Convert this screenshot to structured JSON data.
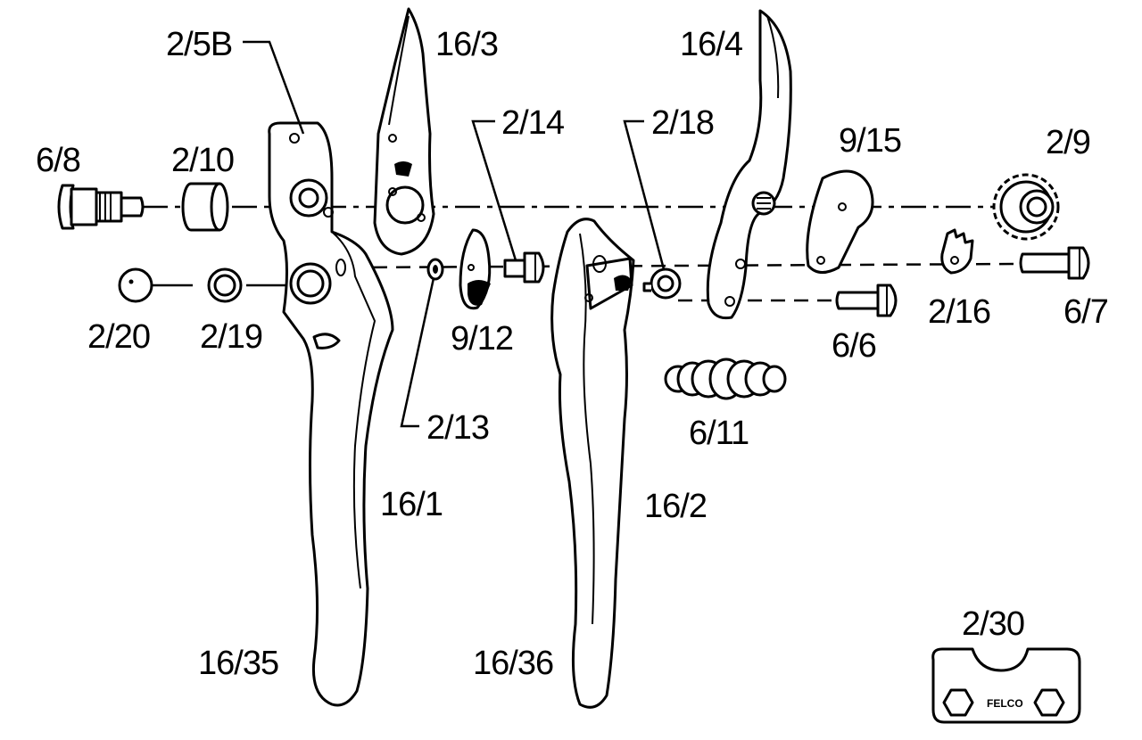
{
  "diagram": {
    "labels": {
      "p_2_5B": "2/5B",
      "p_16_3": "16/3",
      "p_16_4": "16/4",
      "p_2_14": "2/14",
      "p_2_18": "2/18",
      "p_9_15": "9/15",
      "p_2_9": "2/9",
      "p_6_8": "6/8",
      "p_2_10": "2/10",
      "p_2_20": "2/20",
      "p_2_19": "2/19",
      "p_9_12": "9/12",
      "p_2_13": "2/13",
      "p_6_6": "6/6",
      "p_2_16": "2/16",
      "p_6_7": "6/7",
      "p_6_11": "6/11",
      "p_16_1": "16/1",
      "p_16_2": "16/2",
      "p_16_35": "16/35",
      "p_16_36": "16/36",
      "p_2_30": "2/30"
    },
    "logo_text": "FELCO"
  }
}
